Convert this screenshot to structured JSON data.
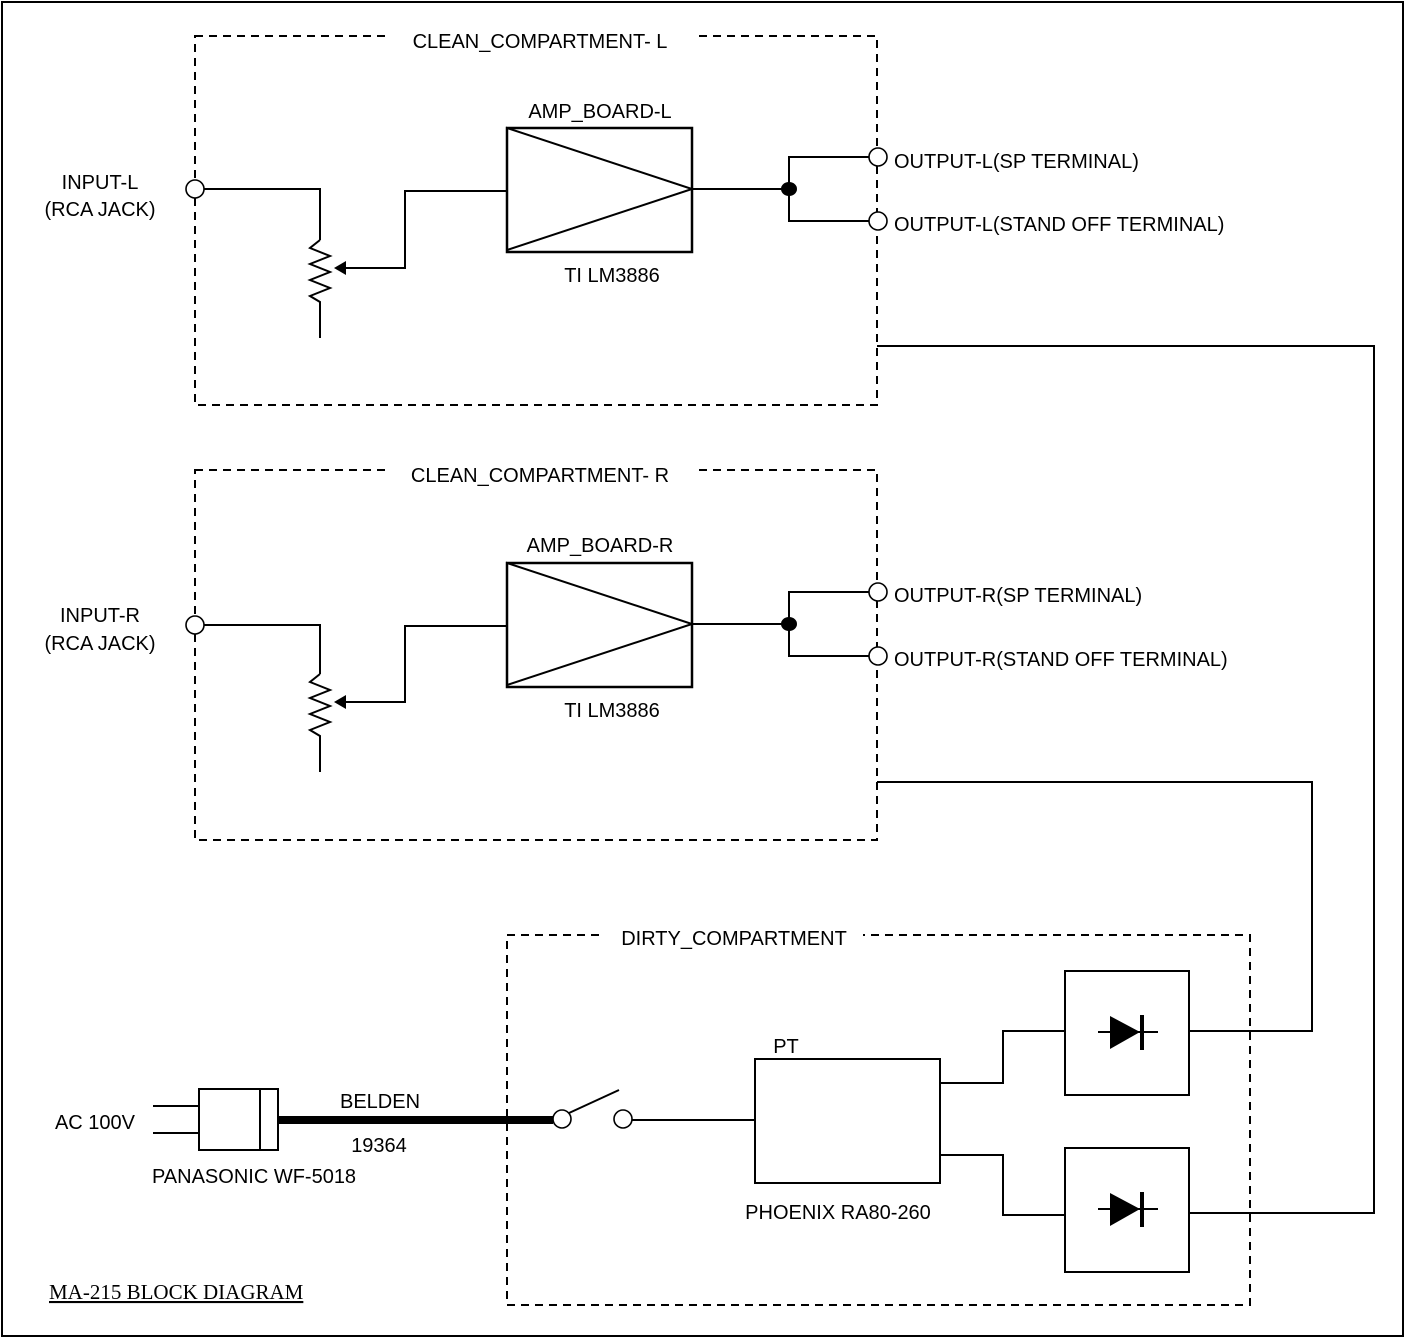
{
  "diagram": {
    "title": "MA-215 BLOCK DIAGRAM",
    "compartments": {
      "clean_l": "CLEAN_COMPARTMENT- L",
      "clean_r": "CLEAN_COMPARTMENT- R",
      "dirty": "DIRTY_COMPARTMENT"
    },
    "left_channel": {
      "input_line1": "INPUT-L",
      "input_line2": "(RCA JACK)",
      "amp_label": "AMP_BOARD-L",
      "amp_part": "TI LM3886",
      "output_sp": "OUTPUT-L(SP TERMINAL)",
      "output_standoff": "OUTPUT-L(STAND OFF TERMINAL)"
    },
    "right_channel": {
      "input_line1": "INPUT-R",
      "input_line2": "(RCA JACK)",
      "amp_label": "AMP_BOARD-R",
      "amp_part": "TI LM3886",
      "output_sp": "OUTPUT-R(SP TERMINAL)",
      "output_standoff": "OUTPUT-R(STAND OFF TERMINAL)"
    },
    "power": {
      "ac_label": "AC 100V",
      "plug_label": "PANASONIC WF-5018",
      "cable_label": "BELDEN",
      "cable_number": "19364",
      "transformer_label": "PT",
      "transformer_part": "PHOENIX RA80-260"
    }
  }
}
